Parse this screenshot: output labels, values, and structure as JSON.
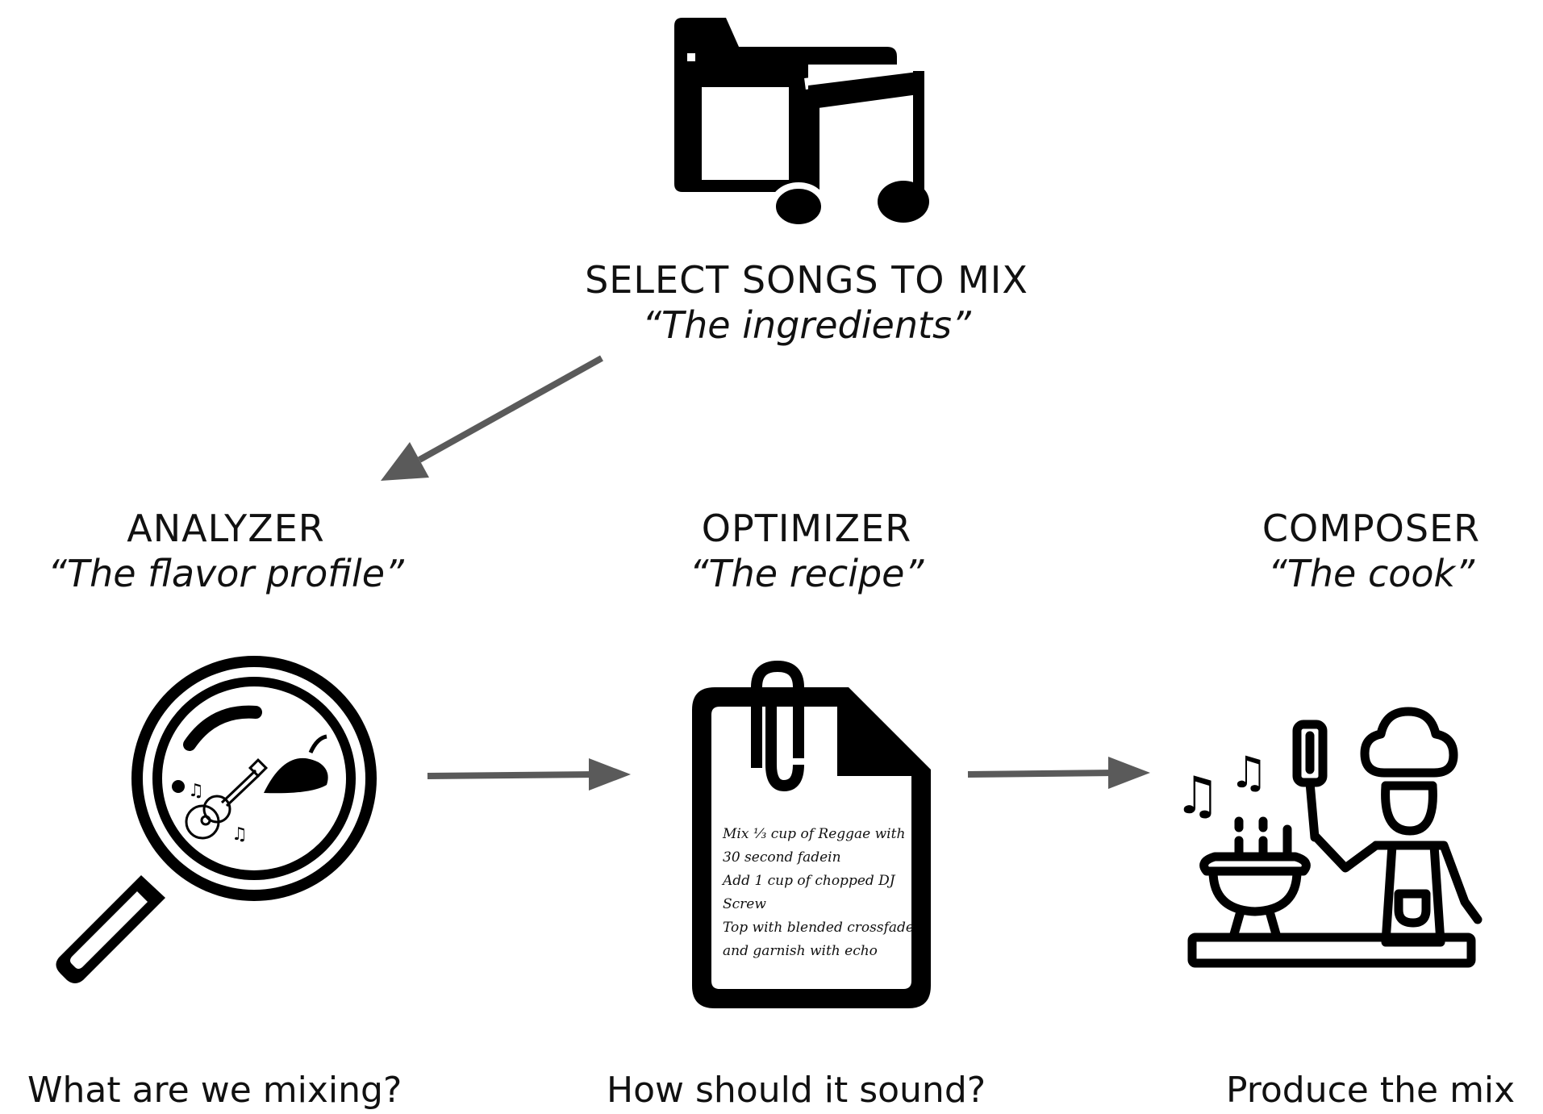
{
  "stages": {
    "select": {
      "title": "SELECT SONGS TO MIX",
      "subtitle": "“The ingredients”",
      "icon": "music-folder-icon"
    },
    "analyzer": {
      "title": "ANALYZER",
      "subtitle": "“The flavor profile”",
      "question": "What are we mixing?",
      "icon": "magnifying-glass-icon"
    },
    "optimizer": {
      "title": "OPTIMIZER",
      "subtitle": "“The recipe”",
      "question": "How should it sound?",
      "icon": "recipe-document-icon"
    },
    "composer": {
      "title": "COMPOSER",
      "subtitle": "“The cook”",
      "question": "Produce the mix",
      "icon": "chef-cooking-icon"
    }
  },
  "recipe_lines": [
    "Mix ⅓ cup of Reggae with",
    "30 second fadein",
    "Add 1 cup of chopped DJ",
    "Screw",
    "Top with blended crossfade",
    "and garnish with echo"
  ],
  "colors": {
    "icon": "#000000",
    "arrow": "#5a5a5a",
    "text": "#111111"
  }
}
